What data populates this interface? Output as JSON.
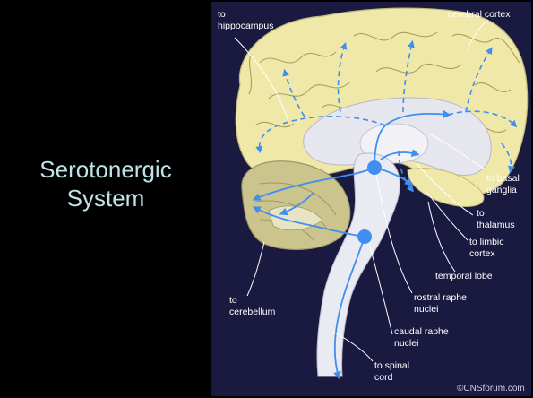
{
  "slide": {
    "title_line1": "Serotonergic",
    "title_line2": "System"
  },
  "colors": {
    "background": "#000000",
    "panel": "#1a1a40",
    "title_text": "#bfe3e6",
    "cortex": "#efe8a8",
    "cerebellum": "#cbc48c",
    "brainstem": "#e9eaf2",
    "pathway": "#3f8ef0",
    "label_text": "#ffffff"
  },
  "labels": {
    "hippocampus_1": "to",
    "hippocampus_2": "hippocampus",
    "cerebral_cortex": "cerebral cortex",
    "basal_ganglia_1": "to basal",
    "basal_ganglia_2": "ganglia",
    "thalamus_1": "to",
    "thalamus_2": "thalamus",
    "limbic_1": "to limbic",
    "limbic_2": "cortex",
    "temporal_lobe": "temporal lobe",
    "rostral_1": "rostral raphe",
    "rostral_2": "nuclei",
    "caudal_1": "caudal raphe",
    "caudal_2": "nuclei",
    "cerebellum_1": "to",
    "cerebellum_2": "cerebellum",
    "spinal_1": "to spinal",
    "spinal_2": "cord",
    "copyright": "©CNSforum.com"
  }
}
